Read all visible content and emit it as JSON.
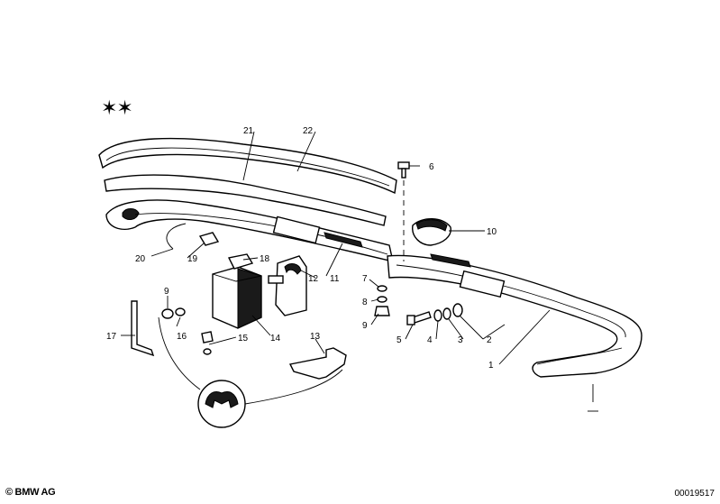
{
  "header": {
    "marking": "✶✶"
  },
  "footer": {
    "copyright": "© BMW AG",
    "document_number": "00019517"
  },
  "callouts": [
    {
      "id": "c1",
      "label": "1"
    },
    {
      "id": "c2",
      "label": "2"
    },
    {
      "id": "c3",
      "label": "3"
    },
    {
      "id": "c4",
      "label": "4"
    },
    {
      "id": "c5",
      "label": "5"
    },
    {
      "id": "c6",
      "label": "6"
    },
    {
      "id": "c7",
      "label": "7"
    },
    {
      "id": "c8",
      "label": "8"
    },
    {
      "id": "c9a",
      "label": "9"
    },
    {
      "id": "c9b",
      "label": "9"
    },
    {
      "id": "c10",
      "label": "10"
    },
    {
      "id": "c11",
      "label": "11"
    },
    {
      "id": "c12",
      "label": "12"
    },
    {
      "id": "c13",
      "label": "13"
    },
    {
      "id": "c14",
      "label": "14"
    },
    {
      "id": "c15",
      "label": "15"
    },
    {
      "id": "c16",
      "label": "16"
    },
    {
      "id": "c17",
      "label": "17"
    },
    {
      "id": "c18",
      "label": "18"
    },
    {
      "id": "c19",
      "label": "19"
    },
    {
      "id": "c20",
      "label": "20"
    },
    {
      "id": "c21",
      "label": "21"
    },
    {
      "id": "c22",
      "label": "22"
    }
  ]
}
